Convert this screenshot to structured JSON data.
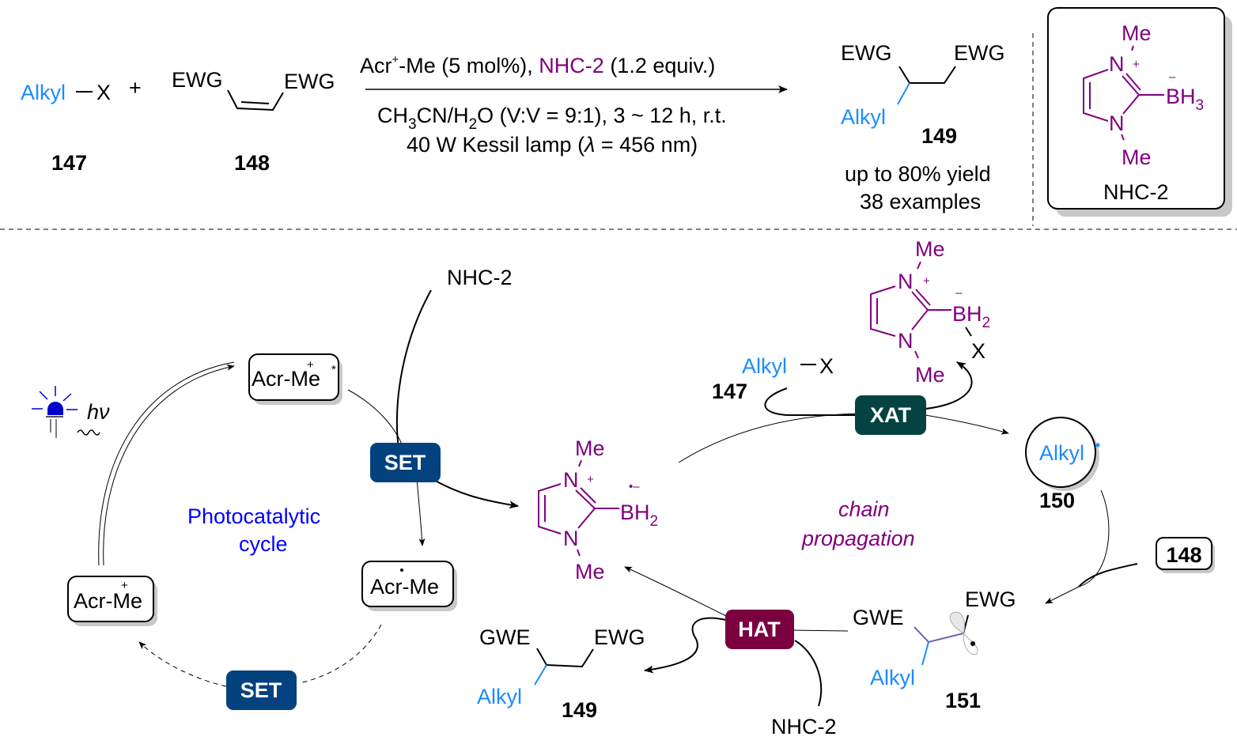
{
  "colors": {
    "alkyl": "#1a8cff",
    "nhc": "#800080",
    "photocycle_label": "#0000ff",
    "set_badge": "#04417f",
    "xat_badge": "#054343",
    "hat_badge": "#7a0040",
    "led": "#0000cc"
  },
  "reaction": {
    "reactant1": {
      "alkyl": "Alkyl",
      "x": "X",
      "label": "147"
    },
    "plus": "+",
    "reactant2": {
      "ewg_left": "EWG",
      "ewg_right": "EWG",
      "label": "148"
    },
    "conditions": {
      "line1_pre": "Acr",
      "line1_sup": "+",
      "line1_mid": "-Me (5 mol%), ",
      "line1_nhc": "NHC-2",
      "line1_post": " (1.2 equiv.)",
      "line2_a": "CH",
      "line2_sub1": "3",
      "line2_b": "CN/H",
      "line2_sub2": "2",
      "line2_c": "O (V:V = 9:1), 3 ~ 12 h, r.t.",
      "line3_a": "40 W Kessil lamp (",
      "line3_lambda": "λ",
      "line3_b": " = 456 nm)"
    },
    "product": {
      "ewg_left": "EWG",
      "ewg_right": "EWG",
      "alkyl": "Alkyl",
      "label": "149",
      "yield": "up to 80% yield",
      "examples": "38 examples"
    },
    "nhc_box": {
      "me_top": "Me",
      "n_top": "N",
      "plus": "+",
      "bh3": "BH",
      "bh3_sub": "3",
      "minus": "–",
      "n_bottom": "N",
      "me_bottom": "Me",
      "name": "NHC-2"
    }
  },
  "mechanism": {
    "light": {
      "hv": "hν"
    },
    "acr_excited": {
      "text": "Acr-Me",
      "charge": "+",
      "star": "*"
    },
    "acr_ground": {
      "text": "Acr-Me",
      "charge": "+"
    },
    "acr_radical": {
      "text": "Acr-Me",
      "dot": "·"
    },
    "photocycle_label": [
      "Photocatalytic",
      "cycle"
    ],
    "set_top": "SET",
    "set_bottom": "SET",
    "nhc_top_reagent": "NHC-2",
    "boryl_radical": {
      "me_top": "Me",
      "n_top": "N",
      "plus": "+",
      "bh2": "BH",
      "sub": "2",
      "charge": "•–",
      "n_bottom": "N",
      "me_bottom": "Me"
    },
    "xat": "XAT",
    "alkyl_x": {
      "alkyl": "Alkyl",
      "x": "X",
      "label": "147"
    },
    "nhc_bx": {
      "me_top": "Me",
      "n_top": "N",
      "plus": "+",
      "bh2": "BH",
      "sub": "2",
      "minus": "–",
      "x": "X",
      "n_bottom": "N",
      "me_bottom": "Me"
    },
    "alkyl_radical": {
      "text": "Alkyl",
      "dot": "•",
      "label": "150"
    },
    "chain_label": [
      "chain",
      "propagation"
    ],
    "box_148": "148",
    "intermediate_151": {
      "gwe": "GWE",
      "ewg": "EWG",
      "alkyl": "Alkyl",
      "label": "151"
    },
    "hat": "HAT",
    "nhc_bottom_reagent": "NHC-2",
    "product_149": {
      "gwe": "GWE",
      "ewg": "EWG",
      "alkyl": "Alkyl",
      "label": "149"
    }
  }
}
